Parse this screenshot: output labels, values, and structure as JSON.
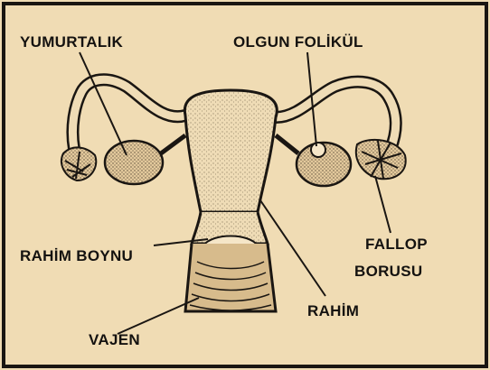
{
  "labels": {
    "ovary": "YUMURTALIK",
    "mature_follicle": "OLGUN FOLİKÜL",
    "cervix": "RAHİM BOYNU",
    "fallopian_tube_line1": "FALLOP",
    "fallopian_tube_line2": "BORUSU",
    "uterus": "RAHİM",
    "vagina": "VAJEN"
  }
}
